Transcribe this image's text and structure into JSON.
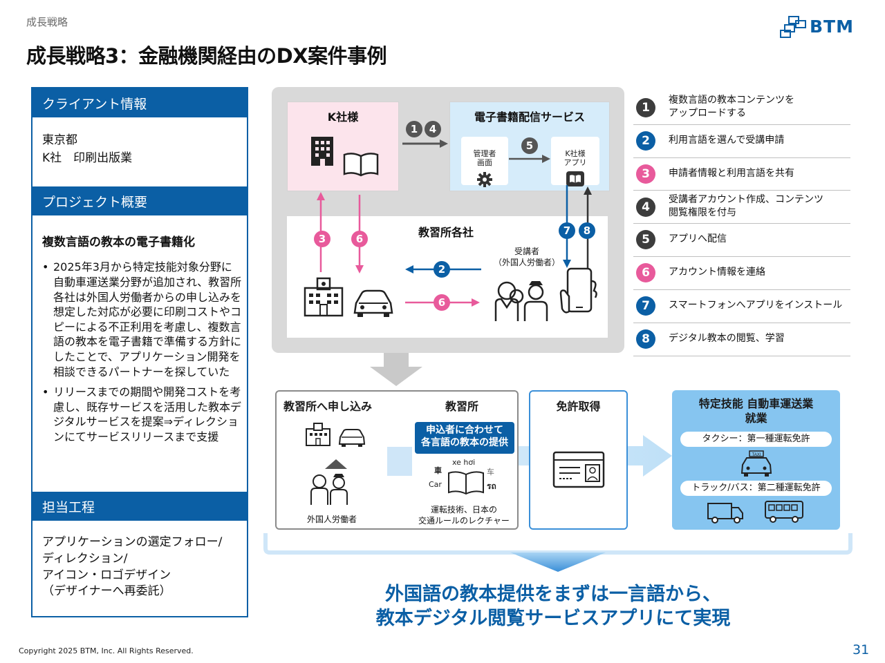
{
  "header": {
    "breadcrumb": "成長戦略",
    "title": "成長戦略3：金融機関経由のDX案件事例",
    "logo_text": "BTM"
  },
  "left_panel": {
    "client_head": "クライアント情報",
    "client_line1": "東京都",
    "client_line2": "K社　印刷出版業",
    "project_head": "プロジェクト概要",
    "project_title": "複数言語の教本の電子書籍化",
    "project_bullets": [
      "2025年3月から特定技能対象分野に自動車運送業分野が追加され、教習所各社は外国人労働者からの申し込みを想定した対応が必要に印刷コストやコピーによる不正利用を考慮し、複数言語の教本を電子書籍で準備する方針にしたことで、アプリケーション開発を相談できるパートナーを探していた",
      "リリースまでの期間や開発コストを考慮し、既存サービスを活用した教本デジタルサービスを提案⇒ディレクションにてサービスリリースまで支援"
    ],
    "scope_head": "担当工程",
    "scope_lines": [
      "アプリケーションの選定フォロー/",
      "ディレクション/",
      "アイコン・ロゴデザイン",
      "（デザイナーへ再委託）"
    ]
  },
  "diagram": {
    "k_company": "K社様",
    "service": "電子書籍配信サービス",
    "admin_screen": "管理者\n画面",
    "k_app": "K社様\nアプリ",
    "school": "教習所各社",
    "student": "受講者\n（外国人労働者）",
    "step_top": "❶❹",
    "nums": [
      "1",
      "2",
      "3",
      "4",
      "5",
      "6",
      "7",
      "8"
    ]
  },
  "legend": [
    {
      "num": "1",
      "text": "複数言語の教本コンテンツを\nアップロードする",
      "color": "#3d3d3d"
    },
    {
      "num": "2",
      "text": "利用言語を選んで受講申請",
      "color": "#0b5fa5"
    },
    {
      "num": "3",
      "text": "申請者情報と利用言語を共有",
      "color": "#e85a9b"
    },
    {
      "num": "4",
      "text": "受講者アカウント作成、コンテンツ\n閲覧権限を付与",
      "color": "#3d3d3d"
    },
    {
      "num": "5",
      "text": "アプリへ配信",
      "color": "#3d3d3d"
    },
    {
      "num": "6",
      "text": "アカウント情報を連絡",
      "color": "#e85a9b"
    },
    {
      "num": "7",
      "text": "スマートフォンへアプリをインストール",
      "color": "#0b5fa5"
    },
    {
      "num": "8",
      "text": "デジタル教本の閲覧、学習",
      "color": "#0b5fa5"
    }
  ],
  "flow": {
    "apply_head": "教習所へ申し込み",
    "school_head": "教習所",
    "foreigner": "外国人労働者",
    "provide_tag": "申込者に合わせて\n各言語の教本の提供",
    "lecture": "運転技術、日本の\n交通ルールのレクチャー",
    "words": [
      "車",
      "xe hơi",
      "车",
      "Car",
      "รถ"
    ],
    "license_head": "免許取得",
    "job_head": "特定技能 自動車運送業\n就業",
    "taxi": "タクシー：第一種運転免許",
    "truck": "トラック/バス：第二種運転免許",
    "taxi_sign": "TAXI"
  },
  "conclusion": [
    "外国語の教本提供をまずは一言語から、",
    "教本デジタル閲覧サービスアプリにて実現"
  ],
  "footer": {
    "copyright": "Copyright 2025 BTM, Inc. All Rights Reserved.",
    "page": "31"
  },
  "colors": {
    "brand_blue": "#0b5fa5",
    "pink": "#e85a9b",
    "dark": "#3d3d3d"
  }
}
